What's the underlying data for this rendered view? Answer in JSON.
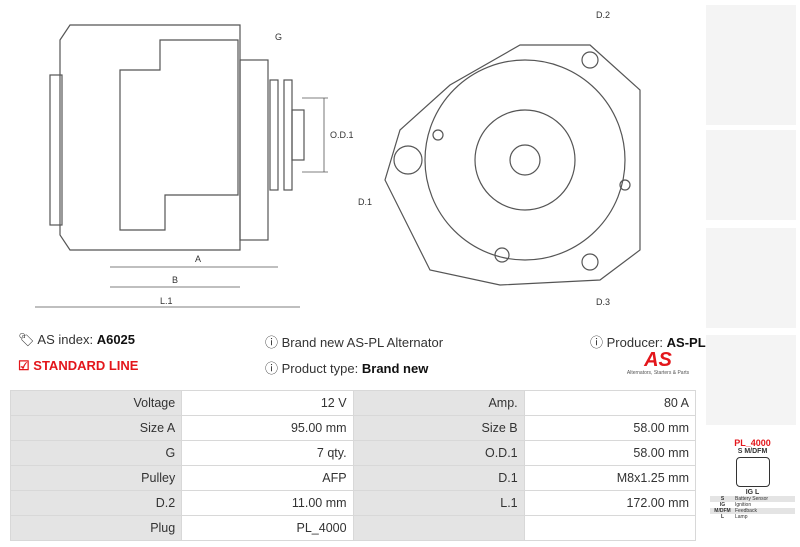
{
  "diagram": {
    "labels": {
      "g": "G",
      "od1": "O.D.1",
      "a": "A",
      "b": "B",
      "l1": "L.1",
      "d1": "D.1",
      "d2": "D.2",
      "d3": "D.3"
    }
  },
  "info": {
    "as_index_label": "AS index:",
    "as_index": "A6025",
    "line": "STANDARD LINE",
    "desc": "Brand new AS-PL Alternator",
    "type_label": "Product type:",
    "type": "Brand new",
    "producer_label": "Producer:",
    "producer": "AS-PL",
    "logo_text": "AS",
    "logo_tagline": "Alternators, Starters & Parts"
  },
  "specs": [
    [
      "Voltage",
      "12 V",
      "Amp.",
      "80 A"
    ],
    [
      "Size A",
      "95.00 mm",
      "Size B",
      "58.00 mm"
    ],
    [
      "G",
      "7 qty.",
      "O.D.1",
      "58.00 mm"
    ],
    [
      "Pulley",
      "AFP",
      "D.1",
      "M8x1.25 mm"
    ],
    [
      "D.2",
      "11.00 mm",
      "L.1",
      "172.00 mm"
    ],
    [
      "Plug",
      "PL_4000",
      "",
      ""
    ]
  ],
  "plug": {
    "title": "PL_4000",
    "top": "S  M/DFM",
    "bottom": "IG  L",
    "pins": [
      [
        "S",
        "Battery Sensor"
      ],
      [
        "IG",
        "Ignition"
      ],
      [
        "M/DFM",
        "Feedback"
      ],
      [
        "L",
        "Lamp"
      ]
    ]
  },
  "colors": {
    "accent": "#e3161b"
  }
}
